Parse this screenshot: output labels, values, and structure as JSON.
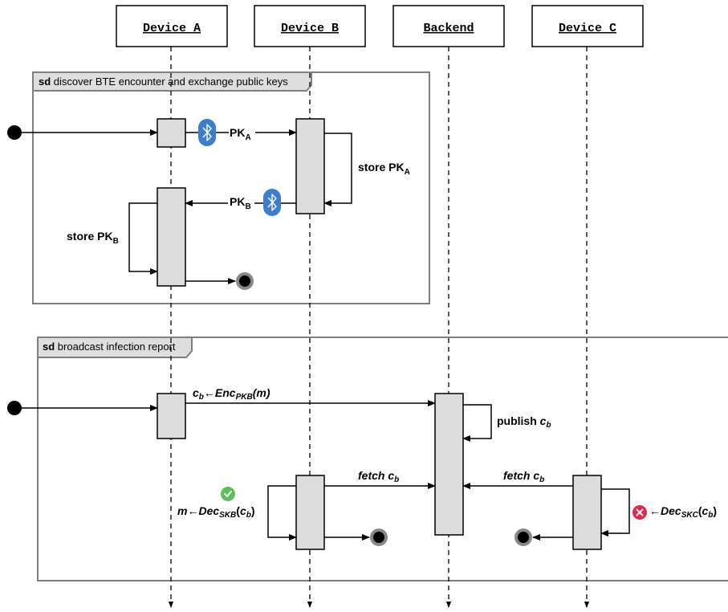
{
  "lifelines": [
    {
      "name": "Device A"
    },
    {
      "name": "Device B"
    },
    {
      "name": "Backend"
    },
    {
      "name": "Device C"
    }
  ],
  "frame1": {
    "keyword": "sd",
    "title": "discover BTE encounter and exchange public keys"
  },
  "frame2": {
    "keyword": "sd",
    "title": "broadcast infection report"
  },
  "messages": {
    "pk_a_base": "PK",
    "pk_a_sub": "A",
    "store_pk_a_base": "store PK",
    "store_pk_a_sub": "A",
    "pk_b_base": "PK",
    "pk_b_sub": "B",
    "store_pk_b_base": "store PK",
    "store_pk_b_sub": "B",
    "enc_c": "c",
    "enc_c_sub": "b",
    "enc_arrow": "←",
    "enc_func": "Enc",
    "enc_func_sub": "PKB",
    "enc_arg": "(m)",
    "publish_base": "publish ",
    "publish_c": "c",
    "publish_sub": "b",
    "fetch_b_base": "fetch ",
    "fetch_b_c": "c",
    "fetch_b_sub": "b",
    "fetch_c_base": "fetch ",
    "fetch_c_c": "c",
    "fetch_c_sub": "b",
    "dec_b_m": "m",
    "dec_b_arrow": "←",
    "dec_b_func": "Dec",
    "dec_b_func_sub": "SKB",
    "dec_b_open": "(",
    "dec_b_c": "c",
    "dec_b_c_sub": "b",
    "dec_b_close": ")",
    "dec_c_arrow": "←",
    "dec_c_func": "Dec",
    "dec_c_func_sub": "SKC",
    "dec_c_open": "(",
    "dec_c_c": "c",
    "dec_c_c_sub": "b",
    "dec_c_close": ")"
  },
  "icons": {
    "bluetooth": "bluetooth-icon",
    "success": "check-circle-icon",
    "failure": "x-circle-icon"
  },
  "colors": {
    "activation_fill": "#dcdcdc",
    "frame_tab_fill": "#dedede",
    "frame_border": "#7f7f7f",
    "bluetooth": "#3d7dca",
    "success": "#5cbf5c",
    "failure": "#e0294f"
  }
}
